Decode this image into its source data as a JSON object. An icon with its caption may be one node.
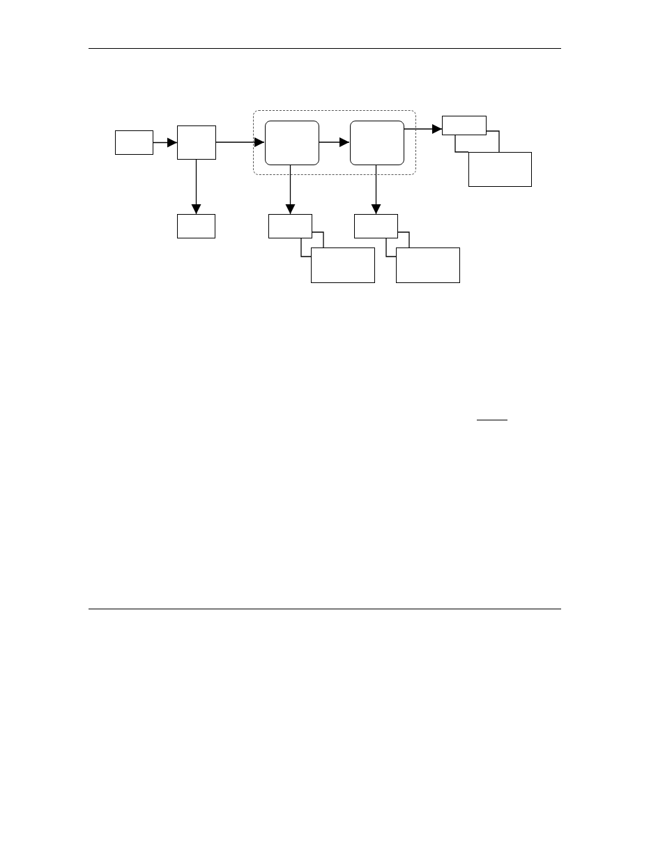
{
  "diagram": {
    "nodes": [
      {
        "text": [],
        "shape": "box"
      },
      {
        "text": [],
        "shape": "box"
      },
      {
        "text": [],
        "shape": "box"
      },
      {
        "text": [],
        "shape": "box",
        "in": 2
      },
      {
        "text": [],
        "shape": "box",
        "in": 2
      },
      {
        "text": [],
        "shape": "box"
      },
      {
        "text": [],
        "shape": "box"
      },
      {
        "text": [],
        "shape": "box"
      },
      {
        "text": [],
        "shape": "box"
      },
      {
        "text": [],
        "shape": "box"
      },
      {
        "text": [],
        "shape": "box"
      },
      {
        "text": [],
        "shape": "box"
      }
    ],
    "edges": [
      {
        "from": 0,
        "to": 1,
        "arrow": "to"
      },
      {
        "from": 1,
        "to": 3,
        "arrow": "to"
      },
      {
        "from": 3,
        "to": 4,
        "arrow": "to"
      },
      {
        "from": 4,
        "to": 10,
        "arrow": "to"
      },
      {
        "from": 1,
        "to": 5,
        "arrow": "to"
      },
      {
        "from": 3,
        "to": 6,
        "arrow": "to"
      },
      {
        "from": 4,
        "to": 8,
        "arrow": "to"
      },
      {
        "from": 6,
        "to": 7,
        "arrow": "none"
      },
      {
        "from": 6,
        "to": 7,
        "arrow": "none"
      },
      {
        "from": 8,
        "to": 9,
        "arrow": "none"
      },
      {
        "from": 8,
        "to": 9,
        "arrow": "none"
      },
      {
        "from": 10,
        "to": 11,
        "arrow": "none"
      },
      {
        "from": 10,
        "to": 11,
        "arrow": "none"
      }
    ]
  }
}
